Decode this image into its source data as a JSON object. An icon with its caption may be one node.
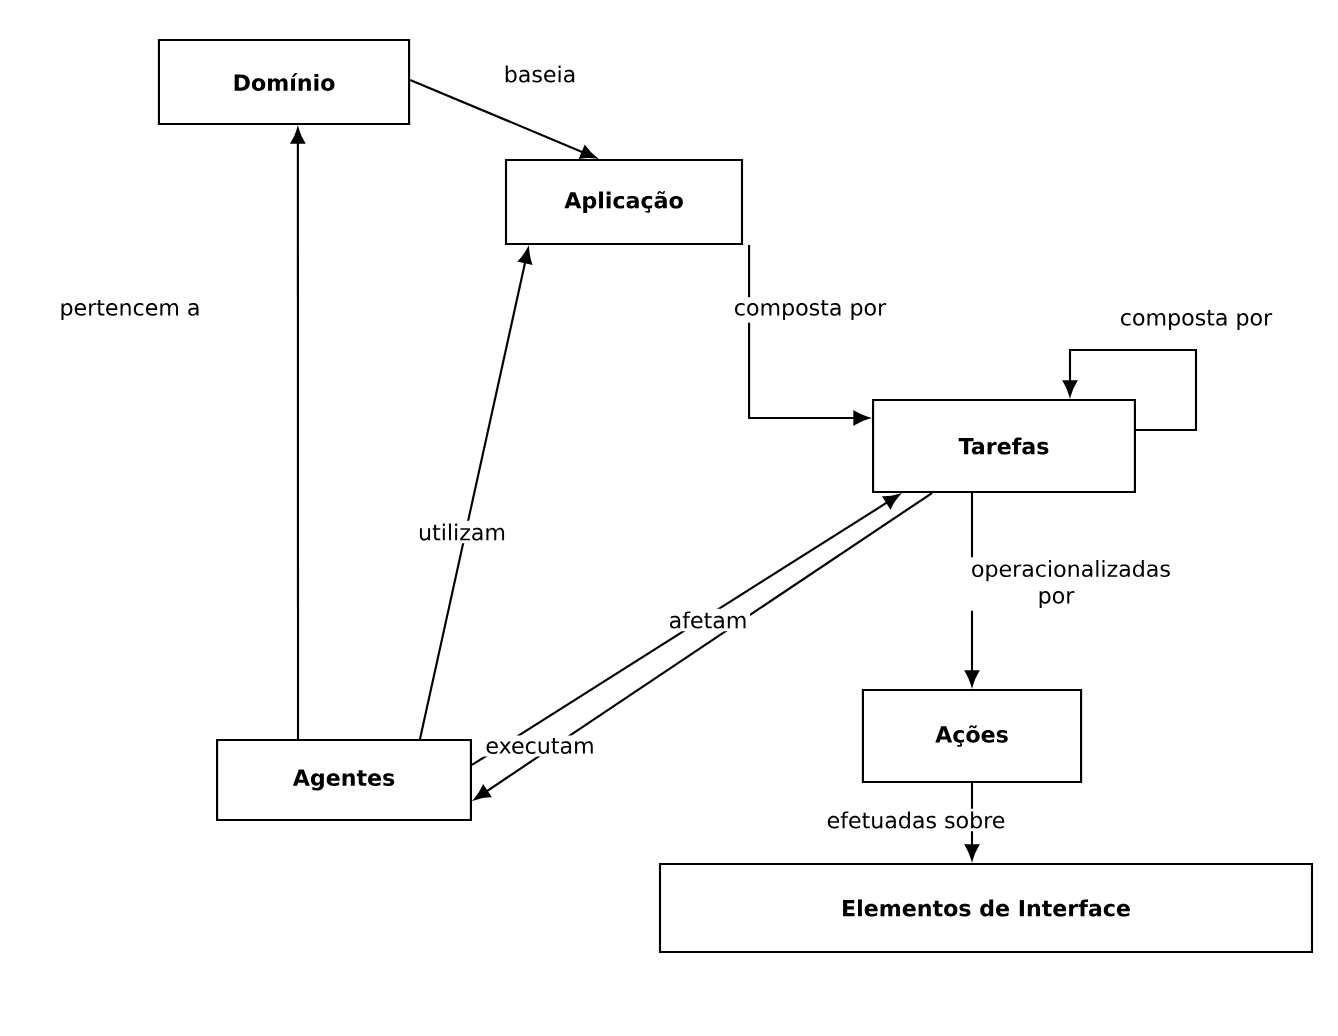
{
  "diagram": {
    "nodes": [
      {
        "text": [
          "Domínio"
        ]
      },
      {
        "text": [
          "Aplicação"
        ]
      },
      {
        "text": [
          "Tarefas"
        ]
      },
      {
        "text": [
          "Agentes"
        ]
      },
      {
        "text": [
          "Ações"
        ]
      },
      {
        "text": [
          "Elementos de Interface"
        ]
      }
    ],
    "edges": [
      {
        "from": 0,
        "to": 1,
        "arrow": "to",
        "label": "baseia"
      },
      {
        "from": 1,
        "to": 2,
        "arrow": "to",
        "label": "composta por"
      },
      {
        "from": 2,
        "to": 2,
        "arrow": "to",
        "label": "composta por"
      },
      {
        "from": 3,
        "to": 0,
        "arrow": "to",
        "label": "pertencem a"
      },
      {
        "from": 3,
        "to": 1,
        "arrow": "to",
        "label": "utilizam"
      },
      {
        "from": 3,
        "to": 2,
        "arrow": "to",
        "label": "executam"
      },
      {
        "from": 2,
        "to": 3,
        "arrow": "to",
        "label": "afetam"
      },
      {
        "from": 2,
        "to": 4,
        "arrow": "to",
        "label": "operacionalizadas por"
      },
      {
        "from": 4,
        "to": 5,
        "arrow": "to",
        "label": "efetuadas sobre"
      }
    ]
  }
}
